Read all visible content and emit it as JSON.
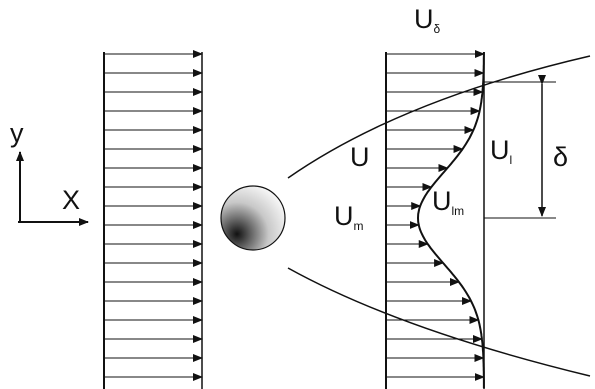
{
  "axes": {
    "y_label": "y",
    "x_label": "X"
  },
  "labels": {
    "u_delta": "U",
    "u_delta_sub": "δ",
    "u": "U",
    "u_l": "U",
    "u_l_sub": "l",
    "u_m": "U",
    "u_m_sub": "m",
    "u_lm": "U",
    "u_lm_sub": "lm",
    "delta": "δ"
  },
  "profiles": {
    "uniform_arrow_rows": 18,
    "wake_arrow_rows": 18
  }
}
